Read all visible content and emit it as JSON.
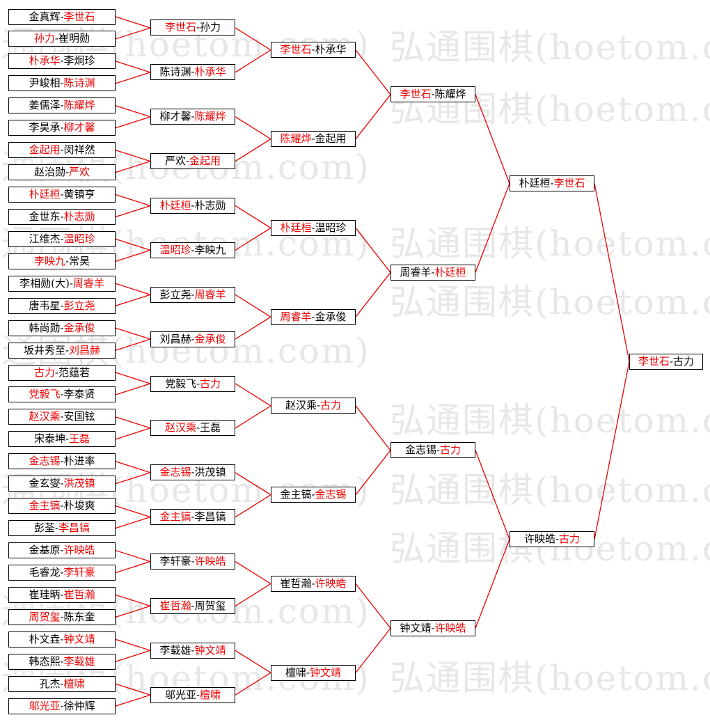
{
  "watermark": {
    "text": "弘通围棋(hoetom.com)",
    "color": "#e7e7e7"
  },
  "colors": {
    "winner": "#ee0000",
    "other": "#000000",
    "connector": "#ee0000",
    "box_border": "#000000"
  },
  "separator": "-",
  "rounds": [
    [
      {
        "left": "金真辉",
        "right": "李世石",
        "winner": "right"
      },
      {
        "left": "孙力",
        "right": "崔明勋",
        "winner": "left"
      },
      {
        "left": "朴承华",
        "right": "李炯珍",
        "winner": "left"
      },
      {
        "left": "尹峻相",
        "right": "陈诗渊",
        "winner": "right"
      },
      {
        "left": "姜儒泽",
        "right": "陈耀烨",
        "winner": "right"
      },
      {
        "left": "李昊承",
        "right": "柳才馨",
        "winner": "right"
      },
      {
        "left": "金起用",
        "right": "闵祥然",
        "winner": "left"
      },
      {
        "left": "赵治勋",
        "right": "严欢",
        "winner": "right"
      },
      {
        "left": "朴廷桓",
        "right": "黄镇亨",
        "winner": "left"
      },
      {
        "left": "金世东",
        "right": "朴志勋",
        "winner": "right"
      },
      {
        "left": "江维杰",
        "right": "温昭珍",
        "winner": "right"
      },
      {
        "left": "李映九",
        "right": "常昊",
        "winner": "left"
      },
      {
        "left": "李相勋(大)",
        "right": "周睿羊",
        "winner": "right"
      },
      {
        "left": "唐韦星",
        "right": "彭立尧",
        "winner": "right"
      },
      {
        "left": "韩尚勋",
        "right": "金承俊",
        "winner": "right"
      },
      {
        "left": "坂井秀至",
        "right": "刘昌赫",
        "winner": "right"
      },
      {
        "left": "古力",
        "right": "范蕴若",
        "winner": "left"
      },
      {
        "left": "党毅飞",
        "right": "李泰贤",
        "winner": "left"
      },
      {
        "left": "赵汉乘",
        "right": "安国铉",
        "winner": "left"
      },
      {
        "left": "宋泰坤",
        "right": "王磊",
        "winner": "right"
      },
      {
        "left": "金志锡",
        "right": "朴进率",
        "winner": "left"
      },
      {
        "left": "金玄燮",
        "right": "洪茂镇",
        "winner": "right"
      },
      {
        "left": "金主镐",
        "right": "朴埈爽",
        "winner": "left"
      },
      {
        "left": "彭荃",
        "right": "李昌镐",
        "winner": "right"
      },
      {
        "left": "金基原",
        "right": "许映皓",
        "winner": "right"
      },
      {
        "left": "毛睿龙",
        "right": "李轩豪",
        "winner": "right"
      },
      {
        "left": "崔珪昞",
        "right": "崔哲瀚",
        "winner": "right"
      },
      {
        "left": "周贺玺",
        "right": "陈东奎",
        "winner": "left"
      },
      {
        "left": "朴文垚",
        "right": "钟文靖",
        "winner": "right"
      },
      {
        "left": "韩态熙",
        "right": "李载雄",
        "winner": "right"
      },
      {
        "left": "孔杰",
        "right": "檀啸",
        "winner": "right"
      },
      {
        "left": "邬光亚",
        "right": "徐仲辉",
        "winner": "left"
      }
    ],
    [
      {
        "left": "李世石",
        "right": "孙力",
        "winner": "left"
      },
      {
        "left": "陈诗渊",
        "right": "朴承华",
        "winner": "right"
      },
      {
        "left": "柳才馨",
        "right": "陈耀烨",
        "winner": "right"
      },
      {
        "left": "严欢",
        "right": "金起用",
        "winner": "right"
      },
      {
        "left": "朴廷桓",
        "right": "朴志勋",
        "winner": "left"
      },
      {
        "left": "温昭珍",
        "right": "李映九",
        "winner": "left"
      },
      {
        "left": "彭立尧",
        "right": "周睿羊",
        "winner": "right"
      },
      {
        "left": "刘昌赫",
        "right": "金承俊",
        "winner": "right"
      },
      {
        "left": "党毅飞",
        "right": "古力",
        "winner": "right"
      },
      {
        "left": "赵汉乘",
        "right": "王磊",
        "winner": "left"
      },
      {
        "left": "金志锡",
        "right": "洪茂镇",
        "winner": "left"
      },
      {
        "left": "金主镐",
        "right": "李昌镐",
        "winner": "left"
      },
      {
        "left": "李轩豪",
        "right": "许映皓",
        "winner": "right"
      },
      {
        "left": "崔哲瀚",
        "right": "周贺玺",
        "winner": "left"
      },
      {
        "left": "李载雄",
        "right": "钟文靖",
        "winner": "right"
      },
      {
        "left": "邬光亚",
        "right": "檀啸",
        "winner": "right"
      }
    ],
    [
      {
        "left": "李世石",
        "right": "朴承华",
        "winner": "left"
      },
      {
        "left": "陈耀烨",
        "right": "金起用",
        "winner": "left"
      },
      {
        "left": "朴廷桓",
        "right": "温昭珍",
        "winner": "left"
      },
      {
        "left": "周睿羊",
        "right": "金承俊",
        "winner": "left"
      },
      {
        "left": "赵汉乘",
        "right": "古力",
        "winner": "right"
      },
      {
        "left": "金主镐",
        "right": "金志锡",
        "winner": "right"
      },
      {
        "left": "崔哲瀚",
        "right": "许映皓",
        "winner": "right"
      },
      {
        "left": "檀啸",
        "right": "钟文靖",
        "winner": "right"
      }
    ],
    [
      {
        "left": "李世石",
        "right": "陈耀烨",
        "winner": "left"
      },
      {
        "left": "周睿羊",
        "right": "朴廷桓",
        "winner": "right"
      },
      {
        "left": "金志锡",
        "right": "古力",
        "winner": "right"
      },
      {
        "left": "钟文靖",
        "right": "许映皓",
        "winner": "right"
      }
    ],
    [
      {
        "left": "朴廷桓",
        "right": "李世石",
        "winner": "right"
      },
      {
        "left": "许映皓",
        "right": "古力",
        "winner": "right"
      }
    ],
    [
      {
        "left": "李世石",
        "right": "古力",
        "winner": "left"
      }
    ]
  ]
}
